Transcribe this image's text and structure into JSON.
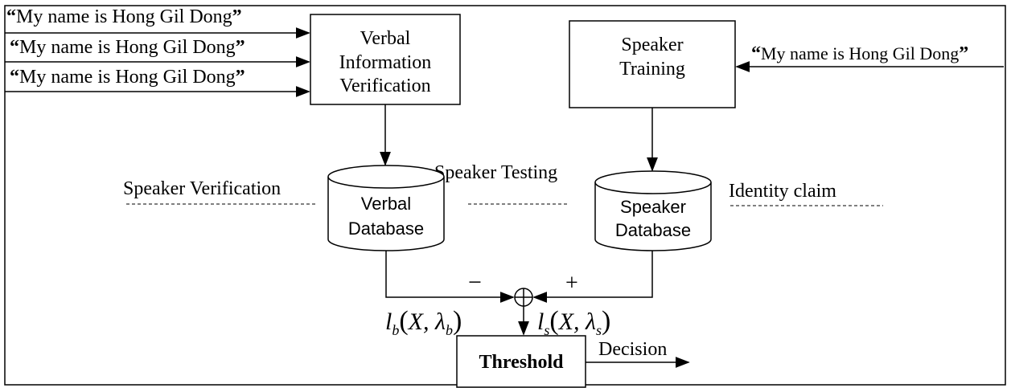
{
  "inputs": {
    "phrase": "My name is Hong Gil Dong",
    "open_quote": "“",
    "close_quote": "”"
  },
  "blocks": {
    "verbal_info_verification": [
      "Verbal",
      "Information",
      "Verification"
    ],
    "speaker_training": [
      "Speaker",
      "Training"
    ],
    "threshold": "Threshold"
  },
  "databases": {
    "verbal": [
      "Verbal",
      "Database"
    ],
    "speaker": [
      "Speaker",
      "Database"
    ]
  },
  "labels": {
    "speaker_testing": "Speaker Testing",
    "speaker_verification": "Speaker Verification",
    "identity_claim": "Identity claim",
    "decision": "Decision",
    "minus": "−",
    "plus": "+"
  },
  "scores": {
    "background": {
      "fn": "l",
      "fn_sub": "b",
      "args": "X, λ",
      "args_sub": "b"
    },
    "speaker": {
      "fn": "l",
      "fn_sub": "s",
      "args": "X, λ",
      "args_sub": "s"
    }
  }
}
